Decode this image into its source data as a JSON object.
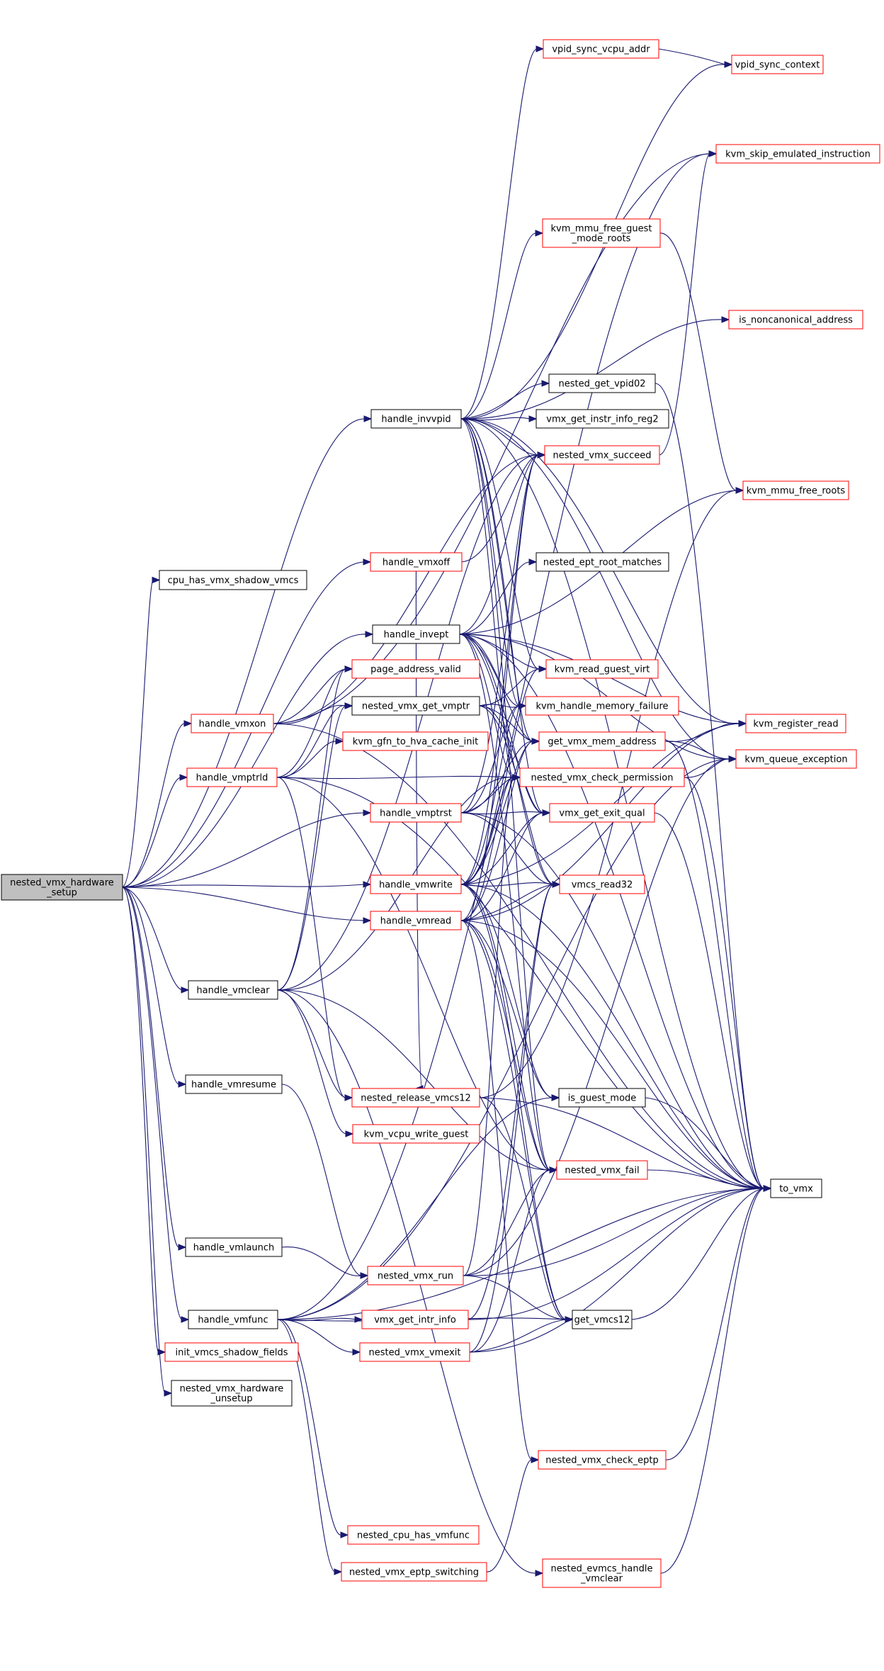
{
  "colors": {
    "edge": "#191970",
    "focus_fill": "#bfbfbf",
    "focus_border": "#000000",
    "node_fill": "#ffffff",
    "normal_border": "#000000",
    "linked_border": "#ff0000",
    "text": "#000000"
  },
  "nodes": [
    {
      "id": "root",
      "lines": [
        "nested_vmx_hardware",
        "_setup"
      ],
      "style": "focus"
    },
    {
      "id": "cpu_shadow",
      "lines": [
        "cpu_has_vmx_shadow_vmcs"
      ],
      "style": "normal"
    },
    {
      "id": "vmxon",
      "lines": [
        "handle_vmxon"
      ],
      "style": "red"
    },
    {
      "id": "vmptrld",
      "lines": [
        "handle_vmptrld"
      ],
      "style": "red"
    },
    {
      "id": "vmclear",
      "lines": [
        "handle_vmclear"
      ],
      "style": "normal"
    },
    {
      "id": "vmresume",
      "lines": [
        "handle_vmresume"
      ],
      "style": "normal"
    },
    {
      "id": "vmlaunch",
      "lines": [
        "handle_vmlaunch"
      ],
      "style": "normal"
    },
    {
      "id": "vmfunc",
      "lines": [
        "handle_vmfunc"
      ],
      "style": "normal"
    },
    {
      "id": "init_shadow",
      "lines": [
        "init_vmcs_shadow_fields"
      ],
      "style": "red"
    },
    {
      "id": "unsetup",
      "lines": [
        "nested_vmx_hardware",
        "_unsetup"
      ],
      "style": "normal"
    },
    {
      "id": "invvpid",
      "lines": [
        "handle_invvpid"
      ],
      "style": "normal"
    },
    {
      "id": "vmxoff",
      "lines": [
        "handle_vmxoff"
      ],
      "style": "red"
    },
    {
      "id": "invept",
      "lines": [
        "handle_invept"
      ],
      "style": "normal"
    },
    {
      "id": "page_valid",
      "lines": [
        "page_address_valid"
      ],
      "style": "red"
    },
    {
      "id": "get_vmptr",
      "lines": [
        "nested_vmx_get_vmptr"
      ],
      "style": "normal"
    },
    {
      "id": "gfn_hva",
      "lines": [
        "kvm_gfn_to_hva_cache_init"
      ],
      "style": "red"
    },
    {
      "id": "vmptrst",
      "lines": [
        "handle_vmptrst"
      ],
      "style": "red"
    },
    {
      "id": "vmwrite",
      "lines": [
        "handle_vmwrite"
      ],
      "style": "red"
    },
    {
      "id": "vmread",
      "lines": [
        "handle_vmread"
      ],
      "style": "red"
    },
    {
      "id": "release",
      "lines": [
        "nested_release_vmcs12"
      ],
      "style": "red"
    },
    {
      "id": "write_guest",
      "lines": [
        "kvm_vcpu_write_guest"
      ],
      "style": "red"
    },
    {
      "id": "vmx_run",
      "lines": [
        "nested_vmx_run"
      ],
      "style": "red"
    },
    {
      "id": "intr_info",
      "lines": [
        "vmx_get_intr_info"
      ],
      "style": "red"
    },
    {
      "id": "vmexit",
      "lines": [
        "nested_vmx_vmexit"
      ],
      "style": "red"
    },
    {
      "id": "cpu_vmfunc",
      "lines": [
        "nested_cpu_has_vmfunc"
      ],
      "style": "red"
    },
    {
      "id": "eptp_switch",
      "lines": [
        "nested_vmx_eptp_switching"
      ],
      "style": "red"
    },
    {
      "id": "vpid_addr",
      "lines": [
        "vpid_sync_vcpu_addr"
      ],
      "style": "red"
    },
    {
      "id": "mmu_free_guest",
      "lines": [
        "kvm_mmu_free_guest",
        "_mode_roots"
      ],
      "style": "red"
    },
    {
      "id": "get_vpid02",
      "lines": [
        "nested_get_vpid02"
      ],
      "style": "normal"
    },
    {
      "id": "instr_info",
      "lines": [
        "vmx_get_instr_info_reg2"
      ],
      "style": "normal"
    },
    {
      "id": "succeed",
      "lines": [
        "nested_vmx_succeed"
      ],
      "style": "red"
    },
    {
      "id": "ept_root",
      "lines": [
        "nested_ept_root_matches"
      ],
      "style": "normal"
    },
    {
      "id": "read_guest",
      "lines": [
        "kvm_read_guest_virt"
      ],
      "style": "red"
    },
    {
      "id": "mem_fail",
      "lines": [
        "kvm_handle_memory_failure"
      ],
      "style": "red"
    },
    {
      "id": "mem_addr",
      "lines": [
        "get_vmx_mem_address"
      ],
      "style": "red"
    },
    {
      "id": "check_perm",
      "lines": [
        "nested_vmx_check_permission"
      ],
      "style": "red"
    },
    {
      "id": "exit_qual",
      "lines": [
        "vmx_get_exit_qual"
      ],
      "style": "red"
    },
    {
      "id": "vmcs_read32",
      "lines": [
        "vmcs_read32"
      ],
      "style": "red"
    },
    {
      "id": "guest_mode",
      "lines": [
        "is_guest_mode"
      ],
      "style": "normal"
    },
    {
      "id": "vmx_fail",
      "lines": [
        "nested_vmx_fail"
      ],
      "style": "red"
    },
    {
      "id": "get_vmcs12",
      "lines": [
        "get_vmcs12"
      ],
      "style": "normal"
    },
    {
      "id": "check_eptp",
      "lines": [
        "nested_vmx_check_eptp"
      ],
      "style": "red"
    },
    {
      "id": "evmcs",
      "lines": [
        "nested_evmcs_handle",
        "_vmclear"
      ],
      "style": "red"
    },
    {
      "id": "vpid_ctx",
      "lines": [
        "vpid_sync_context"
      ],
      "style": "red"
    },
    {
      "id": "skip_instr",
      "lines": [
        "kvm_skip_emulated_instruction"
      ],
      "style": "red"
    },
    {
      "id": "noncanon",
      "lines": [
        "is_noncanonical_address"
      ],
      "style": "red"
    },
    {
      "id": "mmu_free_roots",
      "lines": [
        "kvm_mmu_free_roots"
      ],
      "style": "red"
    },
    {
      "id": "reg_read",
      "lines": [
        "kvm_register_read"
      ],
      "style": "red"
    },
    {
      "id": "queue_exc",
      "lines": [
        "kvm_queue_exception"
      ],
      "style": "red"
    },
    {
      "id": "to_vmx",
      "lines": [
        "to_vmx"
      ],
      "style": "normal"
    }
  ],
  "edges": [
    [
      "root",
      "cpu_shadow"
    ],
    [
      "root",
      "vmxon"
    ],
    [
      "root",
      "vmptrld"
    ],
    [
      "root",
      "vmclear"
    ],
    [
      "root",
      "vmresume"
    ],
    [
      "root",
      "vmlaunch"
    ],
    [
      "root",
      "vmfunc"
    ],
    [
      "root",
      "init_shadow"
    ],
    [
      "root",
      "unsetup"
    ],
    [
      "root",
      "invvpid"
    ],
    [
      "root",
      "vmxoff"
    ],
    [
      "root",
      "invept"
    ],
    [
      "root",
      "vmptrst"
    ],
    [
      "root",
      "vmwrite"
    ],
    [
      "root",
      "vmread"
    ],
    [
      "vmxon",
      "page_valid"
    ],
    [
      "vmxon",
      "get_vmptr"
    ],
    [
      "vmxon",
      "succeed"
    ],
    [
      "vmxon",
      "skip_instr"
    ],
    [
      "vmxon",
      "to_vmx"
    ],
    [
      "vmptrld",
      "page_valid"
    ],
    [
      "vmptrld",
      "get_vmptr"
    ],
    [
      "vmptrld",
      "gfn_hva"
    ],
    [
      "vmptrld",
      "release"
    ],
    [
      "vmptrld",
      "check_perm"
    ],
    [
      "vmptrld",
      "vmx_fail"
    ],
    [
      "vmptrld",
      "to_vmx"
    ],
    [
      "vmclear",
      "page_valid"
    ],
    [
      "vmclear",
      "get_vmptr"
    ],
    [
      "vmclear",
      "release"
    ],
    [
      "vmclear",
      "write_guest"
    ],
    [
      "vmclear",
      "evmcs"
    ],
    [
      "vmclear",
      "succeed"
    ],
    [
      "vmclear",
      "vmx_fail"
    ],
    [
      "vmclear",
      "check_perm"
    ],
    [
      "vmresume",
      "vmx_run"
    ],
    [
      "vmlaunch",
      "vmx_run"
    ],
    [
      "vmfunc",
      "intr_info"
    ],
    [
      "vmfunc",
      "vmexit"
    ],
    [
      "vmfunc",
      "cpu_vmfunc"
    ],
    [
      "vmfunc",
      "eptp_switch"
    ],
    [
      "vmfunc",
      "guest_mode"
    ],
    [
      "vmfunc",
      "get_vmcs12"
    ],
    [
      "vmfunc",
      "to_vmx"
    ],
    [
      "vmfunc",
      "queue_exc"
    ],
    [
      "vmfunc",
      "skip_instr"
    ],
    [
      "invvpid",
      "vpid_addr"
    ],
    [
      "invvpid",
      "vpid_ctx"
    ],
    [
      "invvpid",
      "mmu_free_guest"
    ],
    [
      "invvpid",
      "get_vpid02"
    ],
    [
      "invvpid",
      "instr_info"
    ],
    [
      "invvpid",
      "succeed"
    ],
    [
      "invvpid",
      "read_guest"
    ],
    [
      "invvpid",
      "mem_fail"
    ],
    [
      "invvpid",
      "mem_addr"
    ],
    [
      "invvpid",
      "check_perm"
    ],
    [
      "invvpid",
      "exit_qual"
    ],
    [
      "invvpid",
      "vmx_fail"
    ],
    [
      "invvpid",
      "noncanon"
    ],
    [
      "invvpid",
      "queue_exc"
    ],
    [
      "invvpid",
      "reg_read"
    ],
    [
      "invvpid",
      "to_vmx"
    ],
    [
      "vmxoff",
      "succeed"
    ],
    [
      "vmxoff",
      "release"
    ],
    [
      "invept",
      "ept_root"
    ],
    [
      "invept",
      "succeed"
    ],
    [
      "invept",
      "read_guest"
    ],
    [
      "invept",
      "mem_fail"
    ],
    [
      "invept",
      "mem_addr"
    ],
    [
      "invept",
      "check_perm"
    ],
    [
      "invept",
      "exit_qual"
    ],
    [
      "invept",
      "vmcs_read32"
    ],
    [
      "invept",
      "vmx_fail"
    ],
    [
      "invept",
      "mmu_free_roots"
    ],
    [
      "invept",
      "reg_read"
    ],
    [
      "invept",
      "queue_exc"
    ],
    [
      "invept",
      "to_vmx"
    ],
    [
      "get_vmptr",
      "read_guest"
    ],
    [
      "get_vmptr",
      "mem_fail"
    ],
    [
      "get_vmptr",
      "mem_addr"
    ],
    [
      "get_vmptr",
      "exit_qual"
    ],
    [
      "get_vmptr",
      "vmcs_read32"
    ],
    [
      "vmptrst",
      "mem_addr"
    ],
    [
      "vmptrst",
      "check_perm"
    ],
    [
      "vmptrst",
      "exit_qual"
    ],
    [
      "vmptrst",
      "vmcs_read32"
    ],
    [
      "vmptrst",
      "succeed"
    ],
    [
      "vmptrst",
      "mem_fail"
    ],
    [
      "vmptrst",
      "to_vmx"
    ],
    [
      "vmwrite",
      "read_guest"
    ],
    [
      "vmwrite",
      "mem_fail"
    ],
    [
      "vmwrite",
      "mem_addr"
    ],
    [
      "vmwrite",
      "check_perm"
    ],
    [
      "vmwrite",
      "exit_qual"
    ],
    [
      "vmwrite",
      "vmcs_read32"
    ],
    [
      "vmwrite",
      "guest_mode"
    ],
    [
      "vmwrite",
      "vmx_fail"
    ],
    [
      "vmwrite",
      "get_vmcs12"
    ],
    [
      "vmwrite",
      "succeed"
    ],
    [
      "vmwrite",
      "reg_read"
    ],
    [
      "vmwrite",
      "to_vmx"
    ],
    [
      "vmread",
      "mem_addr"
    ],
    [
      "vmread",
      "check_perm"
    ],
    [
      "vmread",
      "exit_qual"
    ],
    [
      "vmread",
      "vmcs_read32"
    ],
    [
      "vmread",
      "guest_mode"
    ],
    [
      "vmread",
      "vmx_fail"
    ],
    [
      "vmread",
      "get_vmcs12"
    ],
    [
      "vmread",
      "succeed"
    ],
    [
      "vmread",
      "reg_read"
    ],
    [
      "vmread",
      "to_vmx"
    ],
    [
      "vmread",
      "check_eptp"
    ],
    [
      "release",
      "get_vmcs12"
    ],
    [
      "release",
      "to_vmx"
    ],
    [
      "release",
      "mmu_free_roots"
    ],
    [
      "vmx_run",
      "check_perm"
    ],
    [
      "vmx_run",
      "get_vmcs12"
    ],
    [
      "vmx_run",
      "vmx_fail"
    ],
    [
      "vmx_run",
      "to_vmx"
    ],
    [
      "vmx_run",
      "queue_exc"
    ],
    [
      "intr_info",
      "vmcs_read32"
    ],
    [
      "intr_info",
      "to_vmx"
    ],
    [
      "vmexit",
      "get_vmcs12"
    ],
    [
      "vmexit",
      "vmx_fail"
    ],
    [
      "vmexit",
      "to_vmx"
    ],
    [
      "vmexit",
      "vmcs_read32"
    ],
    [
      "eptp_switch",
      "check_eptp"
    ],
    [
      "mmu_free_guest",
      "mmu_free_roots"
    ],
    [
      "vpid_addr",
      "vpid_ctx"
    ],
    [
      "get_vpid02",
      "to_vmx"
    ],
    [
      "succeed",
      "skip_instr"
    ],
    [
      "mem_addr",
      "reg_read"
    ],
    [
      "mem_addr",
      "queue_exc"
    ],
    [
      "mem_addr",
      "to_vmx"
    ],
    [
      "check_perm",
      "queue_exc"
    ],
    [
      "check_perm",
      "to_vmx"
    ],
    [
      "exit_qual",
      "to_vmx"
    ],
    [
      "vmx_fail",
      "to_vmx"
    ],
    [
      "get_vmcs12",
      "to_vmx"
    ],
    [
      "check_eptp",
      "to_vmx"
    ],
    [
      "evmcs",
      "to_vmx"
    ],
    [
      "guest_mode",
      "to_vmx"
    ]
  ]
}
